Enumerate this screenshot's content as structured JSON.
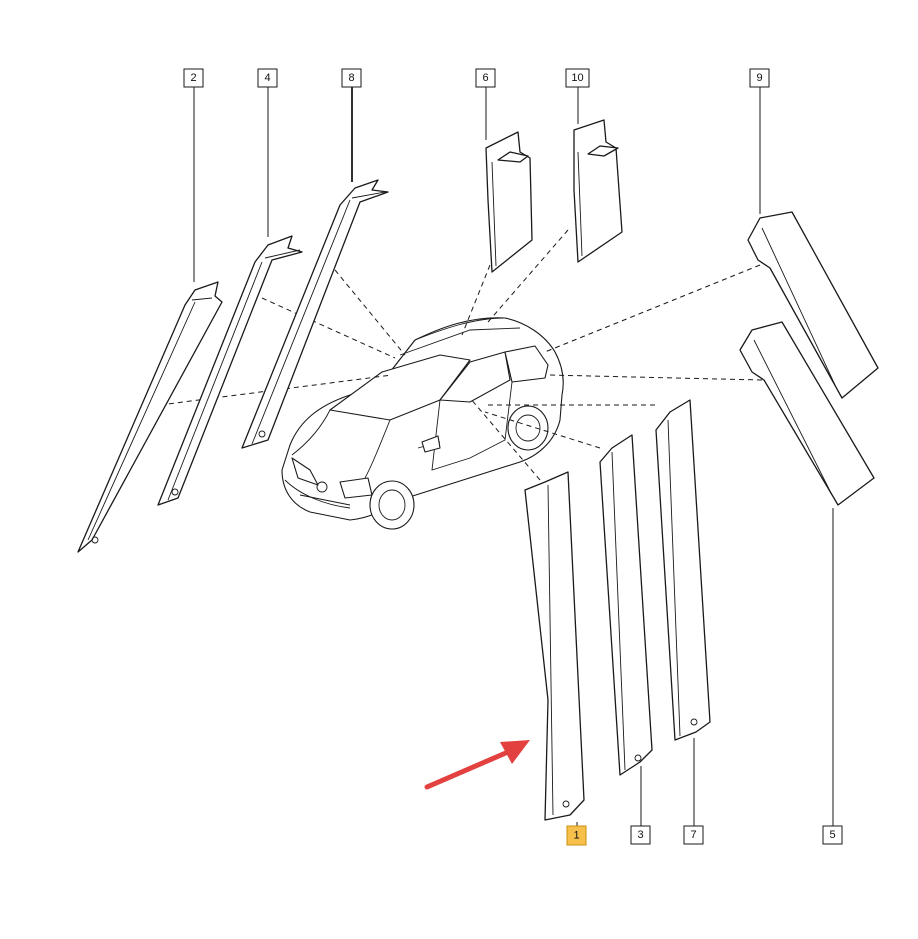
{
  "callouts": [
    {
      "label": "2",
      "highlighted": false
    },
    {
      "label": "4",
      "highlighted": false
    },
    {
      "label": "8",
      "highlighted": false
    },
    {
      "label": "6",
      "highlighted": false
    },
    {
      "label": "10",
      "highlighted": false
    },
    {
      "label": "9",
      "highlighted": false
    },
    {
      "label": "1",
      "highlighted": true
    },
    {
      "label": "3",
      "highlighted": false
    },
    {
      "label": "7",
      "highlighted": false
    },
    {
      "label": "5",
      "highlighted": false
    }
  ],
  "colors": {
    "highlight": "#f7c04a",
    "arrow": "#e2413f",
    "line": "#1a1a1a"
  },
  "icons": {
    "pointer": "red-arrow-icon"
  }
}
